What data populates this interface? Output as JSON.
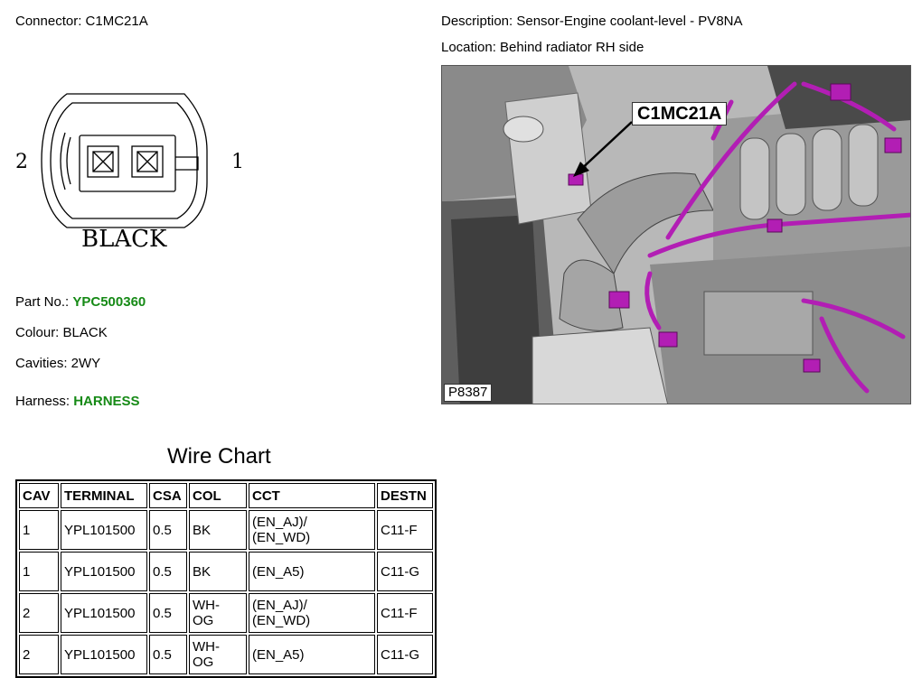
{
  "header": {
    "connector_label": "Connector: C1MC21A",
    "description_label": "Description: Sensor-Engine coolant-level - PV8NA",
    "location_label": "Location: Behind radiator RH side"
  },
  "connector": {
    "pin_left": "2",
    "pin_right": "1",
    "color_text": "BLACK"
  },
  "details": {
    "part_no_label": "Part No.:",
    "part_no_value": "YPC500360",
    "colour_label": "Colour: BLACK",
    "cavities_label": "Cavities: 2WY",
    "harness_label": "Harness:",
    "harness_value": "HARNESS"
  },
  "photo": {
    "callout": "C1MC21A",
    "reference": "P8387",
    "harness_color": "#b21eb4"
  },
  "wire_chart": {
    "title": "Wire Chart",
    "headers": [
      "CAV",
      "TERMINAL",
      "CSA",
      "COL",
      "CCT",
      "DESTN"
    ],
    "rows": [
      [
        "1",
        "YPL101500",
        "0.5",
        "BK",
        "(EN_AJ)/\n(EN_WD)",
        "C11-F"
      ],
      [
        "1",
        "YPL101500",
        "0.5",
        "BK",
        "(EN_A5)",
        "C11-G"
      ],
      [
        "2",
        "YPL101500",
        "0.5",
        "WH-\nOG",
        "(EN_AJ)/\n(EN_WD)",
        "C11-F"
      ],
      [
        "2",
        "YPL101500",
        "0.5",
        "WH-\nOG",
        "(EN_A5)",
        "C11-G"
      ]
    ]
  }
}
